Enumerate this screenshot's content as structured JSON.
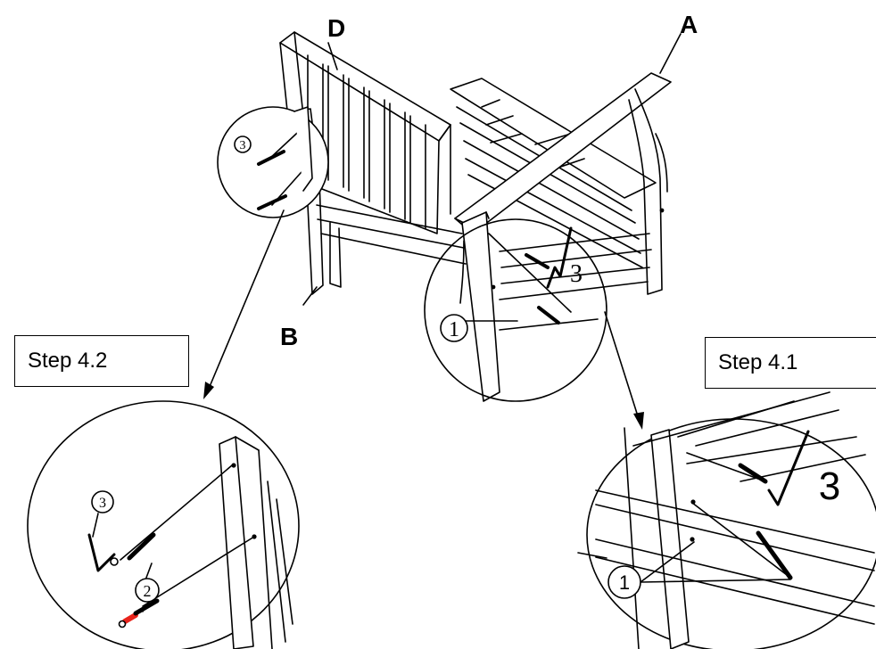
{
  "labels": {
    "part_d": "D",
    "part_a": "A",
    "part_b": "B"
  },
  "steps": {
    "step_4_2": "Step 4.2",
    "step_4_1": "Step 4.1"
  },
  "callouts": {
    "small_3": "3",
    "main_3": "3",
    "main_1": "1",
    "detail_left_3": "3",
    "detail_left_2": "2",
    "detail_right_3": "3",
    "detail_right_1": "1"
  },
  "colors": {
    "ink": "#000000",
    "bolt_highlight": "#e8241c"
  }
}
